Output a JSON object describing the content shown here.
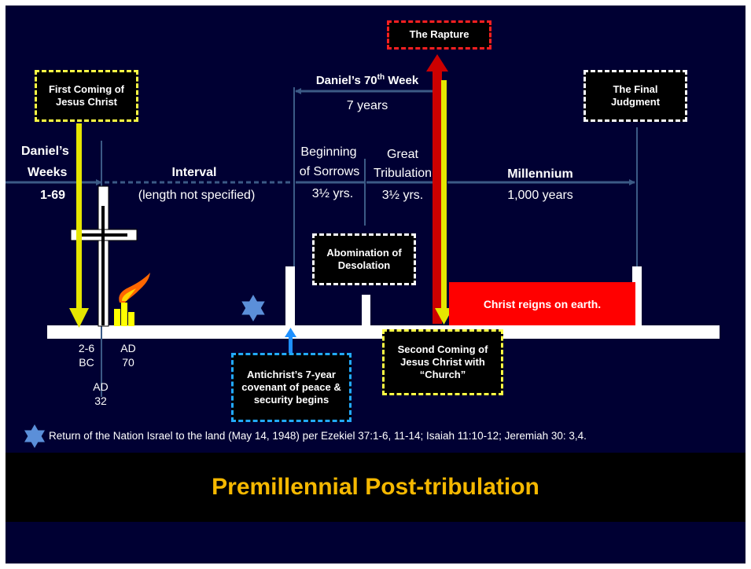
{
  "title": "Premillennial Post-tribulation",
  "boxes": {
    "rapture": "The Rapture",
    "first_coming": "First Coming of Jesus Christ",
    "final_judgment": "The Final Judgment",
    "abomination": "Abomination of Desolation",
    "antichrist_covenant": "Antichrist’s 7-year covenant of peace & security begins",
    "second_coming": "Second Coming of Jesus Christ with “Church”"
  },
  "labels": {
    "seventieth_week": "Daniel’s 70",
    "seventieth_sup": "th",
    "seventieth_word": " Week",
    "seven_years": "7 years",
    "daniels": "Daniel’s",
    "weeks": "Weeks",
    "weeks_range": "1-69",
    "interval": "Interval",
    "interval_note": "(length not specified)",
    "beginning": "Beginning",
    "of_sorrows": "of Sorrows",
    "sorrows_years": "3½ yrs.",
    "great": "Great",
    "tribulation": "Tribulation",
    "tribulation_years": "3½ yrs.",
    "millennium": "Millennium",
    "millennium_years": "1,000 years",
    "christ_reigns": "Christ reigns on earth.",
    "bc_range": "2-6",
    "bc": "BC",
    "ad70_ad": "AD",
    "ad70_year": "70",
    "ad32_ad": "AD",
    "ad32_year": "32"
  },
  "footnote": "Return of the Nation Israel to the land (May 14, 1948) per Ezekiel 37:1-6, 11-14; Isaiah 11:10-12; Jeremiah 30: 3,4.",
  "colors": {
    "background": "#000033",
    "title": "#f5b800",
    "yellow_arrow": "#e6e600",
    "red_arrow": "#cc0000",
    "blue_arrow": "#1e90ff",
    "star": "#5b8fd9",
    "reign_bar": "#ff0000",
    "rapture_border": "#ff2020",
    "first_coming_border": "#ffff44",
    "antichrist_border": "#22aaff"
  }
}
